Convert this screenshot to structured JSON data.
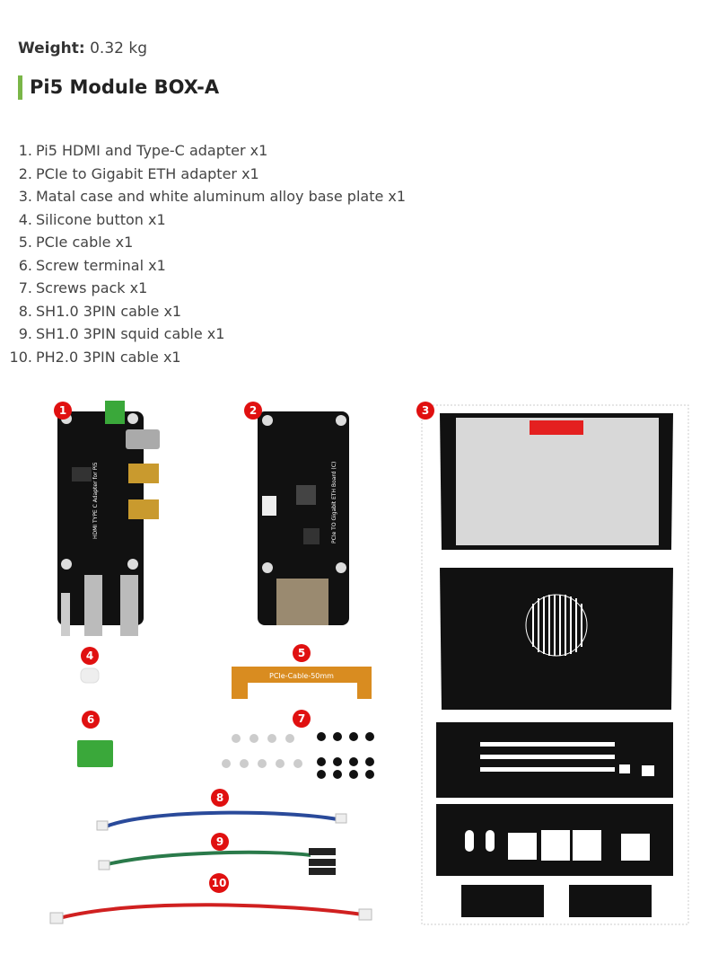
{
  "weight": {
    "label": "Weight:",
    "value": "0.32 kg"
  },
  "title": "Pi5 Module BOX-A",
  "items": [
    {
      "num": "1.",
      "text": "Pi5 HDMI and Type-C adapter x1"
    },
    {
      "num": "2.",
      "text": "PCIe to Gigabit ETH adapter x1"
    },
    {
      "num": "3.",
      "text": "Matal case and white aluminum alloy base plate x1"
    },
    {
      "num": "4.",
      "text": "Silicone button x1"
    },
    {
      "num": "5.",
      "text": "PCIe cable x1"
    },
    {
      "num": "6.",
      "text": "Screw terminal x1"
    },
    {
      "num": "7.",
      "text": "Screws pack x1"
    },
    {
      "num": "8.",
      "text": "SH1.0 3PIN cable x1"
    },
    {
      "num": "9.",
      "text": "SH1.0 3PIN squid cable x1"
    },
    {
      "num": "10.",
      "text": "PH2.0 3PIN cable x1"
    }
  ],
  "figure": {
    "badges": [
      "1",
      "2",
      "3",
      "4",
      "5",
      "6",
      "7",
      "8",
      "9",
      "10"
    ],
    "pcie_cable_label": "PCIe-Cable-50mm",
    "board1_label": "HDMI TYPE C Adapter for Pi5",
    "board2_label": "PCIe TO Gigabit ETH Board (C)",
    "colors": {
      "badge": "#e01010",
      "accent": "#7ab648",
      "board": "#111111",
      "terminal": "#3aa83a"
    }
  }
}
